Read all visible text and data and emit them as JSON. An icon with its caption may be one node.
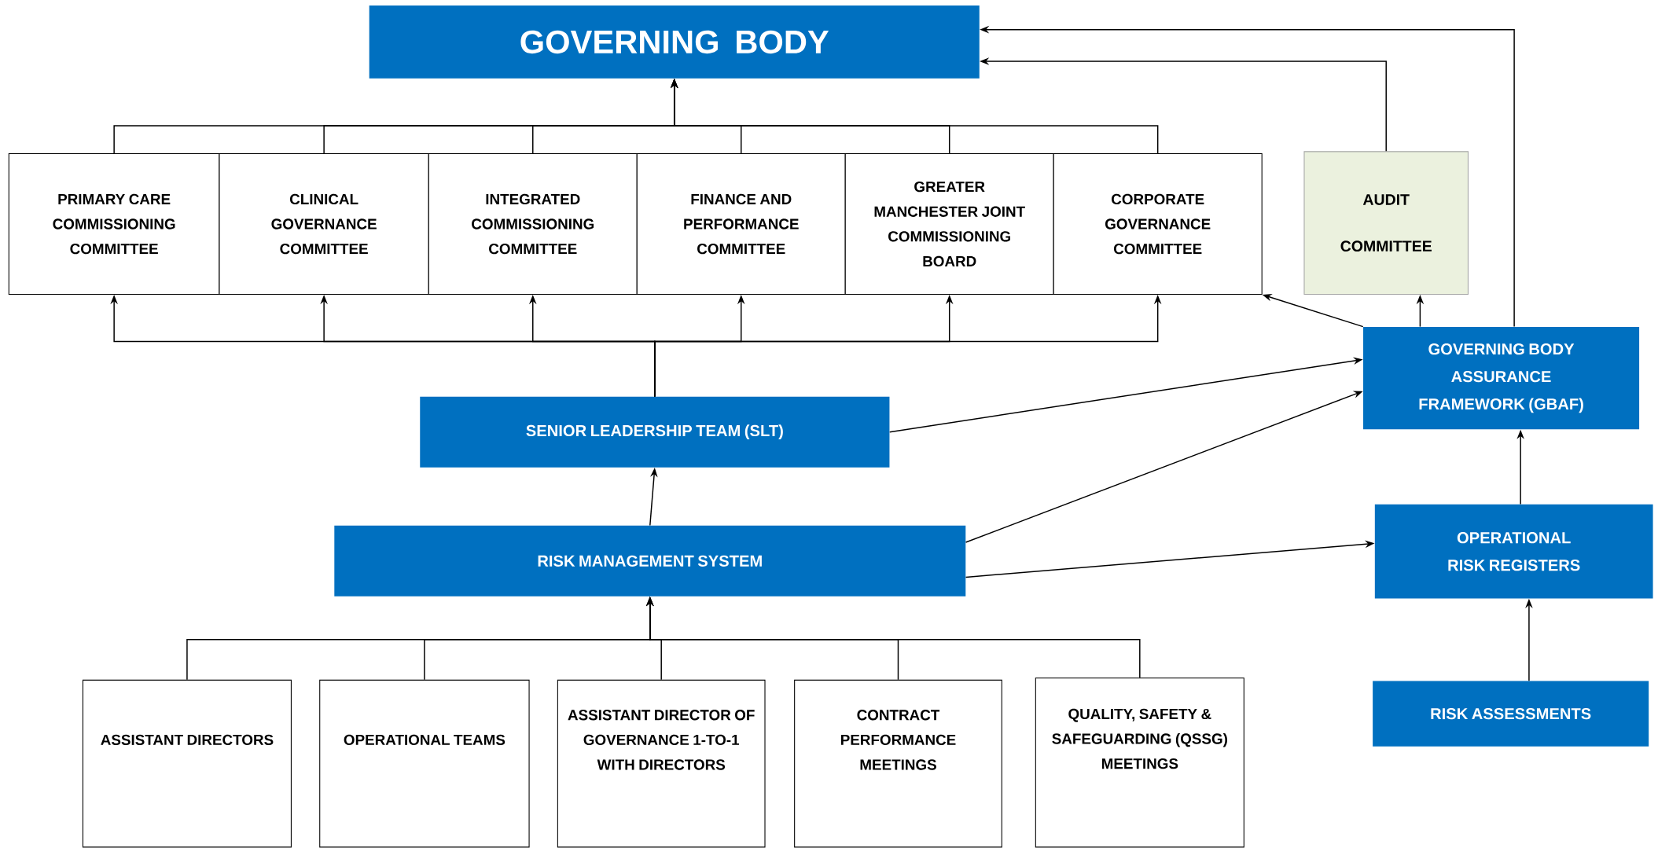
{
  "diagram": {
    "nodes": [
      {
        "text": [
          "GOVERNING BODY"
        ]
      },
      {
        "text": [
          "PRIMARY CARE COMMISSIONING COMMITTEE"
        ]
      },
      {
        "text": [
          "CLINICAL GOVERNANCE COMMITTEE"
        ]
      },
      {
        "text": [
          "INTEGRATED COMMISSIONING COMMITTEE"
        ]
      },
      {
        "text": [
          "FINANCE AND PERFORMANCE COMMITTEE"
        ]
      },
      {
        "text": [
          "GREATER MANCHESTER JOINT COMMISSIONING BOARD"
        ]
      },
      {
        "text": [
          "CORPORATE GOVERNANCE COMMITTEE"
        ]
      },
      {
        "text": [
          "AUDIT COMMITTEE"
        ]
      },
      {
        "text": [
          "GOVERNING BODY ASSURANCE FRAMEWORK (GBAF)"
        ]
      },
      {
        "text": [
          "SENIOR LEADERSHIP TEAM (SLT)"
        ]
      },
      {
        "text": [
          "RISK MANAGEMENT SYSTEM"
        ]
      },
      {
        "text": [
          "OPERATIONAL RISK REGISTERS"
        ]
      },
      {
        "text": [
          "RISK ASSESSMENTS"
        ]
      },
      {
        "text": [
          "ASSISTANT DIRECTORS"
        ]
      },
      {
        "text": [
          "OPERATIONAL TEAMS"
        ]
      },
      {
        "text": [
          "ASSISTANT DIRECTOR OF GOVERNANCE 1-TO-1 WITH DIRECTORS"
        ]
      },
      {
        "text": [
          "CONTRACT PERFORMANCE MEETINGS"
        ]
      },
      {
        "text": [
          "QUALITY, SAFETY & SAFEGUARDING (QSSG) MEETINGS"
        ]
      }
    ],
    "edges": [
      {
        "from": 1,
        "to": 0,
        "arrow": "to"
      },
      {
        "from": 2,
        "to": 0,
        "arrow": "to"
      },
      {
        "from": 3,
        "to": 0,
        "arrow": "to"
      },
      {
        "from": 4,
        "to": 0,
        "arrow": "to"
      },
      {
        "from": 5,
        "to": 0,
        "arrow": "to"
      },
      {
        "from": 6,
        "to": 0,
        "arrow": "to"
      },
      {
        "from": 9,
        "to": 1,
        "arrow": "to"
      },
      {
        "from": 9,
        "to": 2,
        "arrow": "to"
      },
      {
        "from": 9,
        "to": 3,
        "arrow": "to"
      },
      {
        "from": 9,
        "to": 4,
        "arrow": "to"
      },
      {
        "from": 9,
        "to": 5,
        "arrow": "to"
      },
      {
        "from": 9,
        "to": 6,
        "arrow": "to"
      },
      {
        "from": 8,
        "to": 6,
        "arrow": "to"
      },
      {
        "from": 8,
        "to": 7,
        "arrow": "to"
      },
      {
        "from": 7,
        "to": 0,
        "arrow": "to"
      },
      {
        "from": 8,
        "to": 0,
        "arrow": "to"
      },
      {
        "from": 9,
        "to": 8,
        "arrow": "to"
      },
      {
        "from": 10,
        "to": 8,
        "arrow": "to"
      },
      {
        "from": 10,
        "to": 11,
        "arrow": "to"
      },
      {
        "from": 11,
        "to": 8,
        "arrow": "to"
      },
      {
        "from": 10,
        "to": 9,
        "arrow": "to"
      },
      {
        "from": 12,
        "to": 11,
        "arrow": "to"
      },
      {
        "from": 13,
        "to": 10,
        "arrow": "to"
      },
      {
        "from": 14,
        "to": 10,
        "arrow": "to"
      },
      {
        "from": 15,
        "to": 10,
        "arrow": "to"
      },
      {
        "from": 16,
        "to": 10,
        "arrow": "to"
      },
      {
        "from": 17,
        "to": 10,
        "arrow": "to"
      }
    ]
  }
}
